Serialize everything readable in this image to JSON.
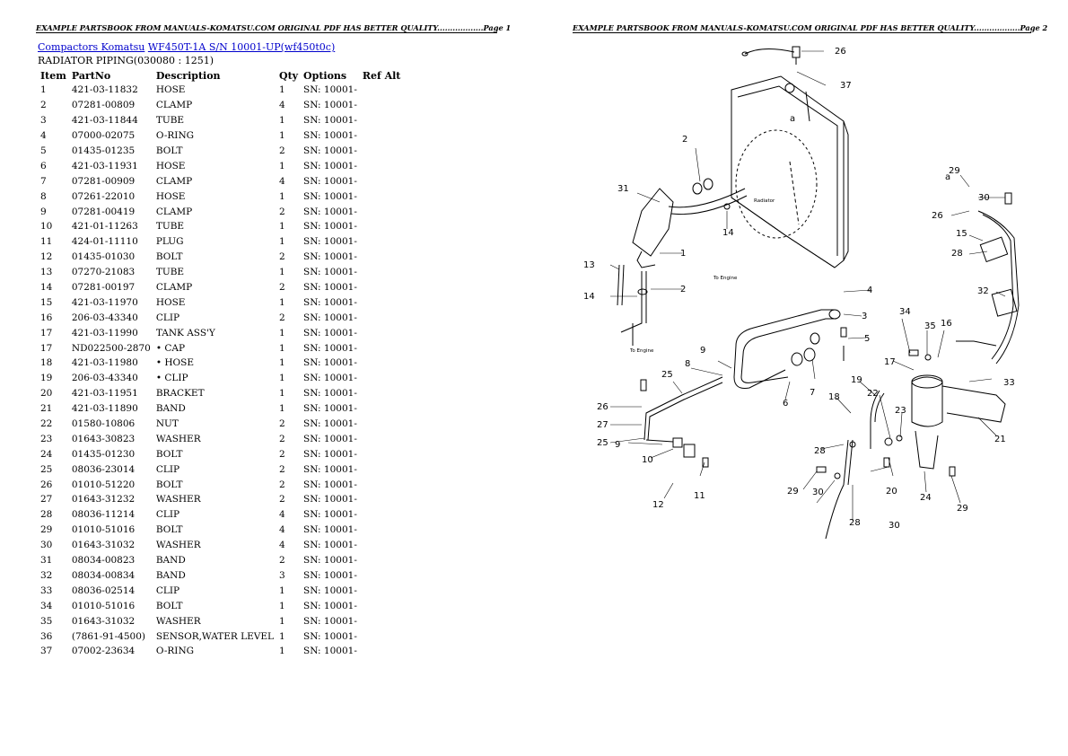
{
  "header": {
    "left": "EXAMPLE PARTSBOOK FROM MANUALS-KOMATSU.COM ORIGINAL PDF HAS BETTER QUALITY..................Page 1",
    "right": "EXAMPLE PARTSBOOK FROM MANUALS-KOMATSU.COM ORIGINAL PDF HAS BETTER QUALITY..................Page 2"
  },
  "breadcrumb": {
    "link1": "Compactors Komatsu",
    "link2": "WF450T-1A S/N 10001-UP(wf450t0c)"
  },
  "section_title": "RADIATOR PIPING(030080 : 1251)",
  "table": {
    "headers": [
      "Item",
      "PartNo",
      "Description",
      "Qty",
      "Options",
      "Ref Alt"
    ],
    "rows": [
      [
        "1",
        "421-03-11832",
        "HOSE",
        "1",
        "SN: 10001-",
        ""
      ],
      [
        "2",
        "07281-00809",
        "CLAMP",
        "4",
        "SN: 10001-",
        ""
      ],
      [
        "3",
        "421-03-11844",
        "TUBE",
        "1",
        "SN: 10001-",
        ""
      ],
      [
        "4",
        "07000-02075",
        "O-RING",
        "1",
        "SN: 10001-",
        ""
      ],
      [
        "5",
        "01435-01235",
        "BOLT",
        "2",
        "SN: 10001-",
        ""
      ],
      [
        "6",
        "421-03-11931",
        "HOSE",
        "1",
        "SN: 10001-",
        ""
      ],
      [
        "7",
        "07281-00909",
        "CLAMP",
        "4",
        "SN: 10001-",
        ""
      ],
      [
        "8",
        "07261-22010",
        "HOSE",
        "1",
        "SN: 10001-",
        ""
      ],
      [
        "9",
        "07281-00419",
        "CLAMP",
        "2",
        "SN: 10001-",
        ""
      ],
      [
        "10",
        "421-01-11263",
        "TUBE",
        "1",
        "SN: 10001-",
        ""
      ],
      [
        "11",
        "424-01-11110",
        "PLUG",
        "1",
        "SN: 10001-",
        ""
      ],
      [
        "12",
        "01435-01030",
        "BOLT",
        "2",
        "SN: 10001-",
        ""
      ],
      [
        "13",
        "07270-21083",
        "TUBE",
        "1",
        "SN: 10001-",
        ""
      ],
      [
        "14",
        "07281-00197",
        "CLAMP",
        "2",
        "SN: 10001-",
        ""
      ],
      [
        "15",
        "421-03-11970",
        "HOSE",
        "1",
        "SN: 10001-",
        ""
      ],
      [
        "16",
        "206-03-43340",
        "CLIP",
        "2",
        "SN: 10001-",
        ""
      ],
      [
        "17",
        "421-03-11990",
        "TANK ASS'Y",
        "1",
        "SN: 10001-",
        ""
      ],
      [
        "17",
        "ND022500-2870",
        "• CAP",
        "1",
        "SN: 10001-",
        ""
      ],
      [
        "18",
        "421-03-11980",
        "• HOSE",
        "1",
        "SN: 10001-",
        ""
      ],
      [
        "19",
        "206-03-43340",
        "• CLIP",
        "1",
        "SN: 10001-",
        ""
      ],
      [
        "20",
        "421-03-11951",
        "BRACKET",
        "1",
        "SN: 10001-",
        ""
      ],
      [
        "21",
        "421-03-11890",
        "BAND",
        "1",
        "SN: 10001-",
        ""
      ],
      [
        "22",
        "01580-10806",
        "NUT",
        "2",
        "SN: 10001-",
        ""
      ],
      [
        "23",
        "01643-30823",
        "WASHER",
        "2",
        "SN: 10001-",
        ""
      ],
      [
        "24",
        "01435-01230",
        "BOLT",
        "2",
        "SN: 10001-",
        ""
      ],
      [
        "25",
        "08036-23014",
        "CLIP",
        "2",
        "SN: 10001-",
        ""
      ],
      [
        "26",
        "01010-51220",
        "BOLT",
        "2",
        "SN: 10001-",
        ""
      ],
      [
        "27",
        "01643-31232",
        "WASHER",
        "2",
        "SN: 10001-",
        ""
      ],
      [
        "28",
        "08036-11214",
        "CLIP",
        "4",
        "SN: 10001-",
        ""
      ],
      [
        "29",
        "01010-51016",
        "BOLT",
        "4",
        "SN: 10001-",
        ""
      ],
      [
        "30",
        "01643-31032",
        "WASHER",
        "4",
        "SN: 10001-",
        ""
      ],
      [
        "31",
        "08034-00823",
        "BAND",
        "2",
        "SN: 10001-",
        ""
      ],
      [
        "32",
        "08034-00834",
        "BAND",
        "3",
        "SN: 10001-",
        ""
      ],
      [
        "33",
        "08036-02514",
        "CLIP",
        "1",
        "SN: 10001-",
        ""
      ],
      [
        "34",
        "01010-51016",
        "BOLT",
        "1",
        "SN: 10001-",
        ""
      ],
      [
        "35",
        "01643-31032",
        "WASHER",
        "1",
        "SN: 10001-",
        ""
      ],
      [
        "36",
        "(7861-91-4500)",
        "SENSOR,WATER LEVEL",
        "1",
        "SN: 10001-",
        ""
      ],
      [
        "37",
        "07002-23634",
        "O-RING",
        "1",
        "SN: 10001-",
        ""
      ]
    ]
  },
  "diagram": {
    "callouts": [
      "26",
      "37",
      "2",
      "a",
      "31",
      "14",
      "1",
      "13",
      "14",
      "2",
      "4",
      "3",
      "5",
      "7",
      "6",
      "9",
      "8",
      "25",
      "26",
      "27",
      "25",
      "9",
      "10",
      "11",
      "12",
      "29",
      "a",
      "30",
      "26",
      "15",
      "28",
      "32",
      "34",
      "35",
      "16",
      "17",
      "33",
      "21",
      "19",
      "22",
      "23",
      "18",
      "28",
      "30",
      "29",
      "20",
      "24",
      "29",
      "30",
      "28"
    ],
    "annotations": {
      "radiator_label": "Radiator",
      "to_engine_1": "To Engine",
      "to_engine_2": "To Engine"
    }
  }
}
